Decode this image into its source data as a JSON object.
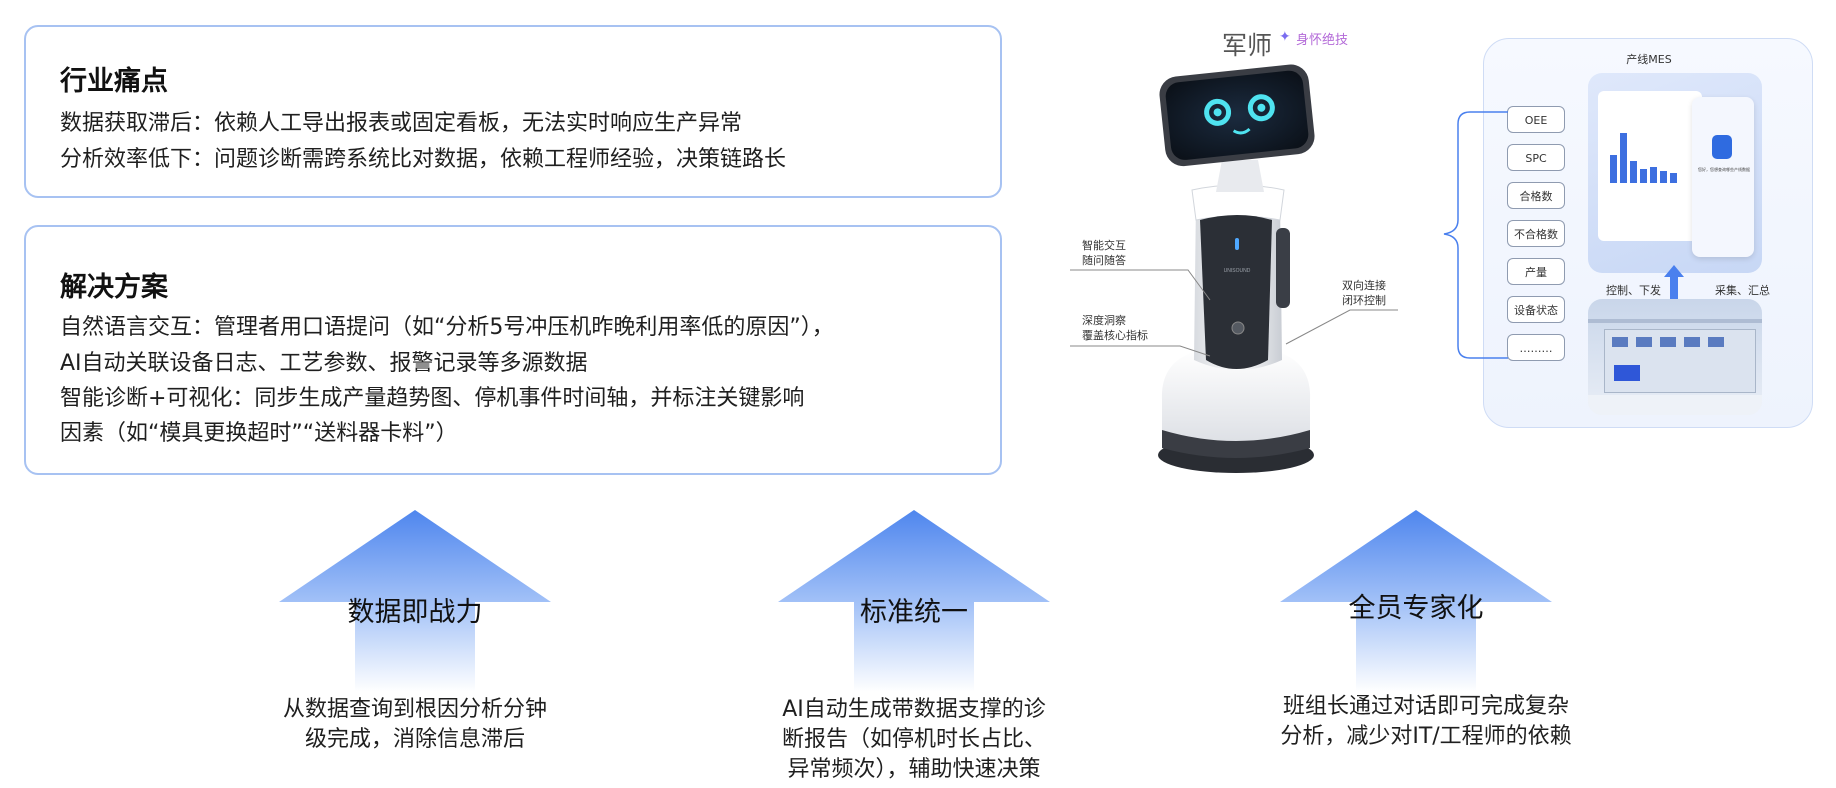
{
  "pain_points": {
    "title": "行业痛点",
    "lines": [
      "数据获取滞后：依赖人工导出报表或固定看板，无法实时响应生产异常",
      "分析效率低下：问题诊断需跨系统比对数据，依赖工程师经验，决策链路长"
    ]
  },
  "solution": {
    "title": "解决方案",
    "lines": [
      "自然语言交互：管理者用口语提问（如“分析5号冲压机昨晚利用率低的原因”），",
      "AI自动关联设备日志、工艺参数、报警记录等多源数据",
      "智能诊断+可视化：同步生成产量趋势图、停机事件时间轴，并标注关键影响",
      "因素（如“模具更换超时”“送料器卡料”）"
    ]
  },
  "benefits": [
    {
      "label": "数据即战力",
      "desc": [
        "从数据查询到根因分析分钟",
        "级完成，消除信息滞后"
      ]
    },
    {
      "label": "标准统一",
      "desc": [
        "AI自动生成带数据支撑的诊",
        "断报告（如停机时长占比、",
        "异常频次），辅助快速决策"
      ]
    },
    {
      "label": "全员专家化",
      "desc": [
        "班组长通过对话即可完成复杂",
        "分析，减少对IT/工程师的依赖"
      ]
    }
  ],
  "robot": {
    "name": "军师",
    "tagline": "身怀绝技",
    "body_logo": "UNISOUND",
    "callouts": {
      "interaction": [
        "智能交互",
        "随问随答"
      ],
      "insight": [
        "深度洞察",
        "覆盖核心指标"
      ],
      "connect": [
        "双向连接",
        "闭环控制"
      ]
    }
  },
  "mes": {
    "title": "产线MES",
    "items": [
      "OEE",
      "SPC",
      "合格数",
      "不合格数",
      "产量",
      "设备状态",
      "………"
    ],
    "left_caption": "控制、下发",
    "right_caption": "采集、汇总",
    "screen_text": "您好，您想查询哪些产线数据"
  },
  "colors": {
    "card_border": "#a7c2f2",
    "arrow_top": "#4f86ee",
    "arrow_bottom": "#ffffff",
    "accent_purple": "#b36ad8",
    "robot_eyes": "#4fe3f0"
  }
}
